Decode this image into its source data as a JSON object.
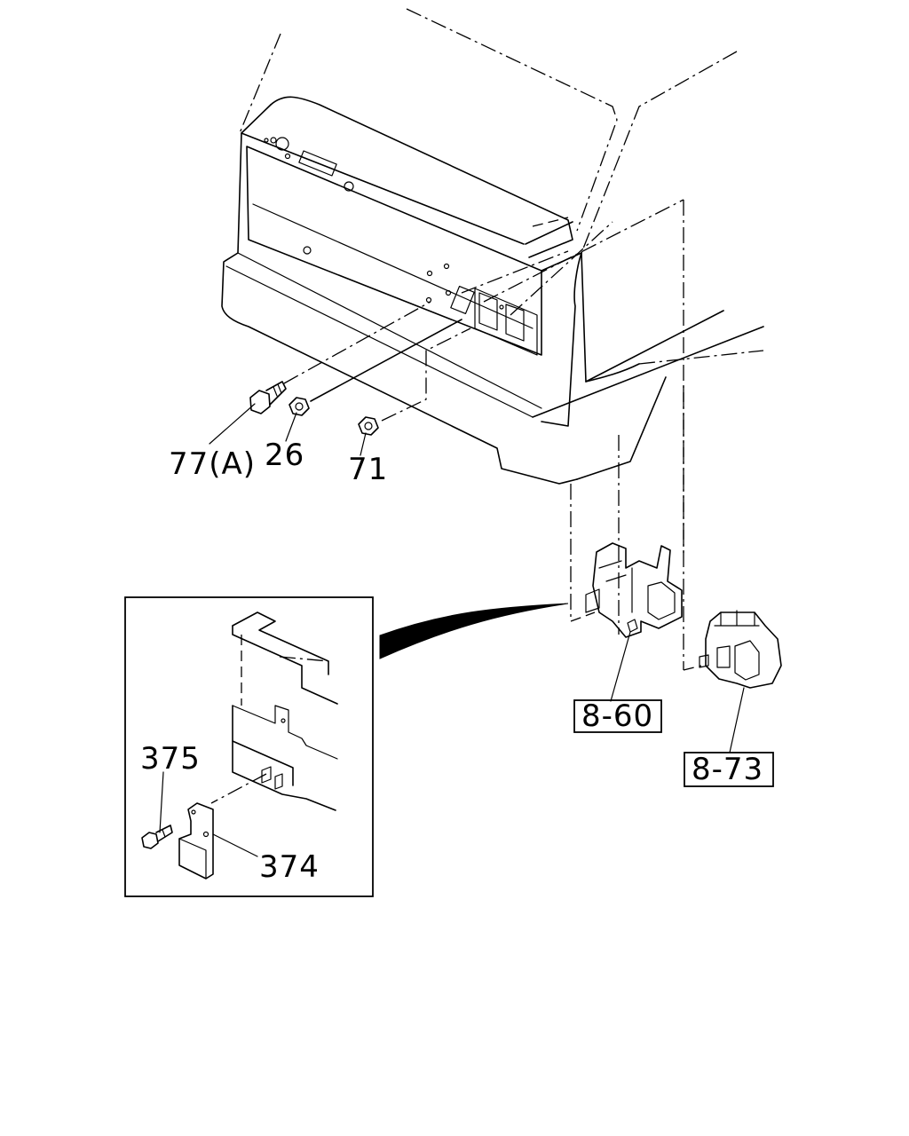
{
  "labels": {
    "p77": "77(A)",
    "p26": "26",
    "p71": "71",
    "p375": "375",
    "p374": "374",
    "ref860": "8-60",
    "ref873": "8-73"
  }
}
